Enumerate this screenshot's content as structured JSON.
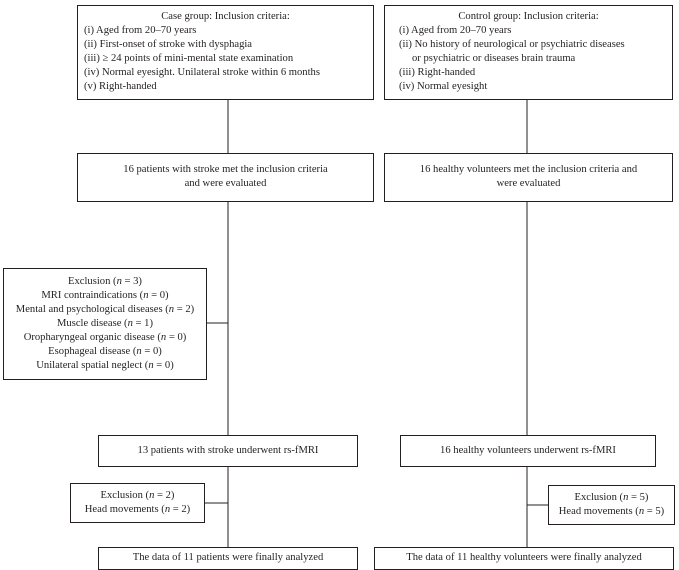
{
  "case_criteria": {
    "title": "Case group: Inclusion criteria:",
    "items": [
      "(i) Aged from 20–70 years",
      "(ii) First-onset of stroke with dysphagia",
      "(iii) ≥ 24 points of mini-mental state examination",
      "(iv) Normal eyesight. Unilateral stroke within 6 months",
      "(v) Right-handed"
    ]
  },
  "control_criteria": {
    "title": "Control group: Inclusion criteria:",
    "items": [
      "(i)  Aged from 20–70 years",
      "(ii) No history of neurological or psychiatric diseases",
      "or psychiatric or diseases brain trauma",
      "(iii) Right-handed",
      "(iv) Normal eyesight"
    ]
  },
  "case_evaluated": {
    "line1": "16 patients with stroke met the inclusion criteria",
    "line2": "and were evaluated"
  },
  "control_evaluated": {
    "line1": "16 healthy volunteers met the inclusion criteria and",
    "line2": "were evaluated"
  },
  "case_exclusion1": {
    "rows": [
      {
        "pre": "Exclusion (",
        "n": "n",
        "post": " = 3)"
      },
      {
        "pre": "MRI contraindications (",
        "n": "n",
        "post": " = 0)"
      },
      {
        "pre": "Mental and psychological diseases (",
        "n": "n",
        "post": " = 2)"
      },
      {
        "pre": "Muscle disease (",
        "n": "n",
        "post": " = 1)"
      },
      {
        "pre": "Oropharyngeal organic disease (",
        "n": "n",
        "post": " = 0)"
      },
      {
        "pre": "Esophageal disease (",
        "n": "n",
        "post": " = 0)"
      },
      {
        "pre": "Unilateral spatial neglect (",
        "n": "n",
        "post": " = 0)"
      }
    ]
  },
  "case_fmri": {
    "text": "13 patients with stroke underwent rs-fMRI"
  },
  "control_fmri": {
    "text": "16 healthy volunteers underwent rs-fMRI"
  },
  "case_exclusion2": {
    "rows": [
      {
        "pre": "Exclusion (",
        "n": "n",
        "post": " = 2)"
      },
      {
        "pre": "Head movements (",
        "n": "n",
        "post": " = 2)"
      }
    ]
  },
  "control_exclusion": {
    "rows": [
      {
        "pre": "Exclusion (",
        "n": "n",
        "post": " = 5)"
      },
      {
        "pre": "Head movements (",
        "n": "n",
        "post": " = 5)"
      }
    ]
  },
  "case_final": {
    "text": "The data of 11 patients were finally analyzed"
  },
  "control_final": {
    "text": "The data of 11 healthy volunteers were finally analyzed"
  }
}
